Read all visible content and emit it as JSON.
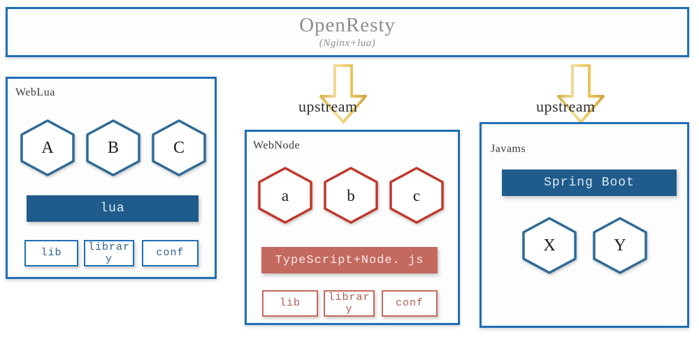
{
  "banner": {
    "title": "OpenResty",
    "subtitle": "(Nginx+lua)",
    "border_color": "#1f6fb5",
    "text_color": "#8d8d8d"
  },
  "arrows": [
    {
      "label": "upstream",
      "icon": "arrow-down-icon",
      "color": "#e8c55a"
    },
    {
      "label": "upstream",
      "icon": "arrow-down-icon",
      "color": "#e8c55a"
    }
  ],
  "panels": [
    {
      "id": "weblua",
      "title": "WebLua",
      "accent": "#1f6fb5",
      "hexagons": [
        {
          "label": "A"
        },
        {
          "label": "B"
        },
        {
          "label": "C"
        }
      ],
      "bar": {
        "label": "lua",
        "bg": "#1f5c8b",
        "fg": "#dceaf6"
      },
      "chips": [
        {
          "label": "lib"
        },
        {
          "label": "library"
        },
        {
          "label": "conf"
        }
      ]
    },
    {
      "id": "webnode",
      "title": "WebNode",
      "accent": "#1f6fb5",
      "hex_accent": "#c0392b",
      "hexagons": [
        {
          "label": "a"
        },
        {
          "label": "b"
        },
        {
          "label": "c"
        }
      ],
      "bar": {
        "label": "TypeScript+Node. js",
        "bg": "#c4695e",
        "fg": "#fbe9e7"
      },
      "chips": [
        {
          "label": "lib"
        },
        {
          "label": "library"
        },
        {
          "label": "conf"
        }
      ]
    },
    {
      "id": "javams",
      "title": "Javams",
      "accent": "#1f6fb5",
      "bar": {
        "label": "Spring Boot",
        "bg": "#1f5c8b",
        "fg": "#dceaf6"
      },
      "hexagons": [
        {
          "label": "X"
        },
        {
          "label": "Y"
        }
      ]
    }
  ]
}
